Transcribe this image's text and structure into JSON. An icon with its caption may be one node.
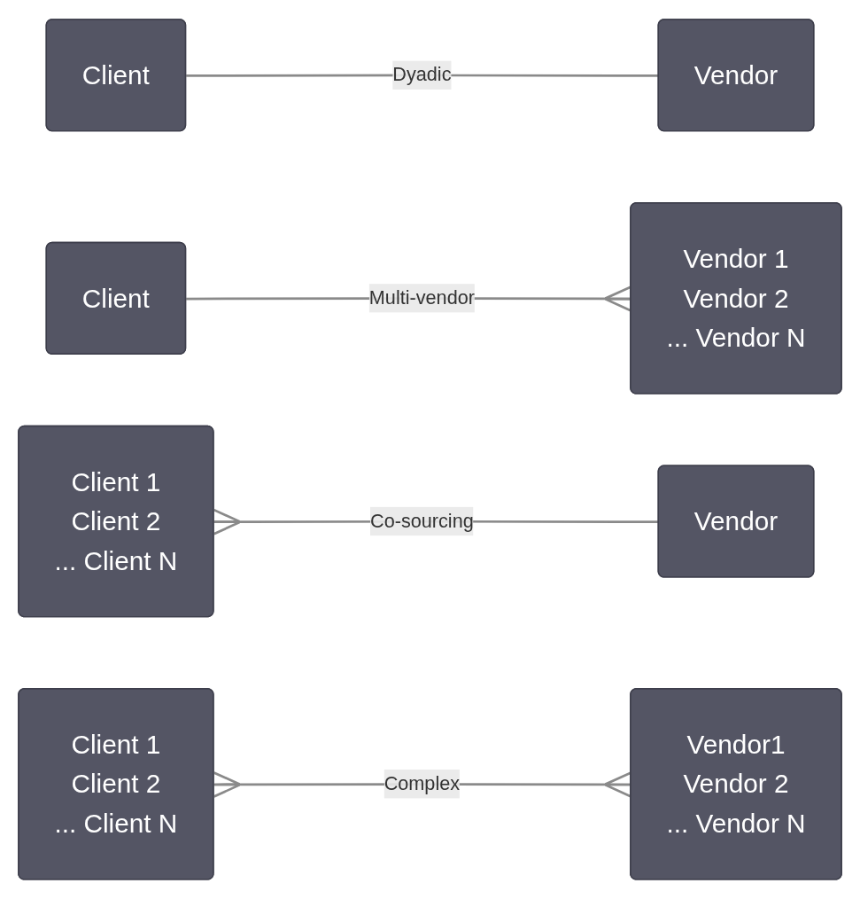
{
  "diagram": {
    "nodes": [
      {
        "text": [
          "Client"
        ]
      },
      {
        "text": [
          "Vendor"
        ]
      },
      {
        "text": [
          "Client"
        ]
      },
      {
        "text": [
          "Vendor 1",
          "Vendor 2",
          "... Vendor N"
        ]
      },
      {
        "text": [
          "Client 1",
          "Client 2",
          "... Client N"
        ]
      },
      {
        "text": [
          "Vendor"
        ]
      },
      {
        "text": [
          "Client 1",
          "Client 2",
          "... Client N"
        ]
      },
      {
        "text": [
          "Vendor1",
          "Vendor 2",
          "... Vendor N"
        ]
      }
    ],
    "edges": [
      {
        "from": 0,
        "to": 1,
        "arrow": "none",
        "label": "Dyadic"
      },
      {
        "from": 2,
        "to": 3,
        "arrow": "other",
        "label": "Multi-vendor"
      },
      {
        "from": 4,
        "to": 5,
        "arrow": "other",
        "label": "Co-sourcing"
      },
      {
        "from": 6,
        "to": 7,
        "arrow": "other",
        "label": "Complex"
      }
    ]
  }
}
